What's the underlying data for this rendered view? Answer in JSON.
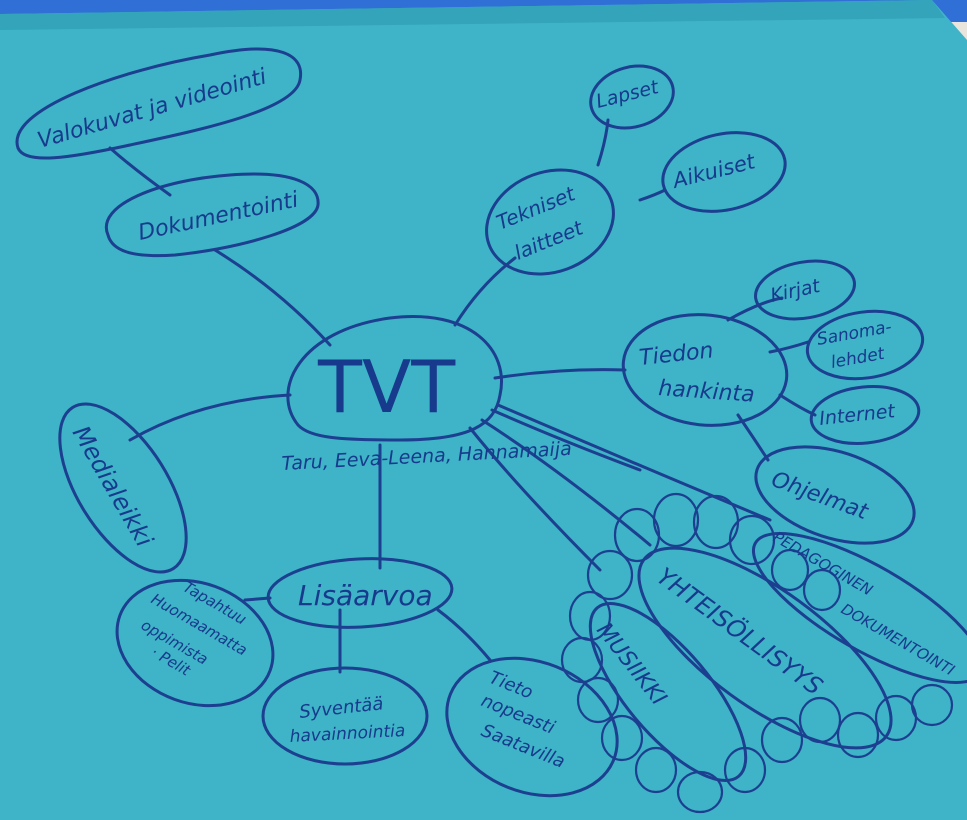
{
  "colors": {
    "paper": "#3fb3c8",
    "paper_dark": "#33a4ba",
    "ink": "#1c3f8f",
    "wall": "#e9e4dc",
    "top_bar": "#2f6fd6"
  },
  "center": {
    "title": "TVT",
    "authors": "Taru, Eeva-Leena, Hannamaija"
  },
  "nodes": {
    "valokuvat": "Valokuvat ja videointi",
    "dokumentointi": "Dokumentointi",
    "tekniset_1": "Tekniset",
    "tekniset_2": "laitteet",
    "lapset": "Lapset",
    "aikuiset": "Aikuiset",
    "tiedon_1": "Tiedon",
    "tiedon_2": "hankinta",
    "kirjat": "Kirjat",
    "sanoma_1": "Sanoma-",
    "sanoma_2": "lehdet",
    "internet": "Internet",
    "ohjelmat": "Ohjelmat",
    "pedagoginen_1": "PEDAGOGINEN",
    "pedagoginen_2": "DOKUMENTOINTI",
    "yhteisollisyys": "YHTEISÖLLISYYS",
    "musiikki": "MUSIIKKI",
    "medialeikki": "Medialeikki",
    "lisaarvoa": "Lisäarvoa",
    "tapahtuu_1": "Tapahtuu",
    "tapahtuu_2": "Huomaamatta",
    "tapahtuu_3": "oppimista",
    "tapahtuu_4": "· Pelit",
    "syventaa_1": "Syventää",
    "syventaa_2": "havainnointia",
    "tieto_1": "Tieto",
    "tieto_2": "nopeasti",
    "tieto_3": "Saatavilla"
  }
}
